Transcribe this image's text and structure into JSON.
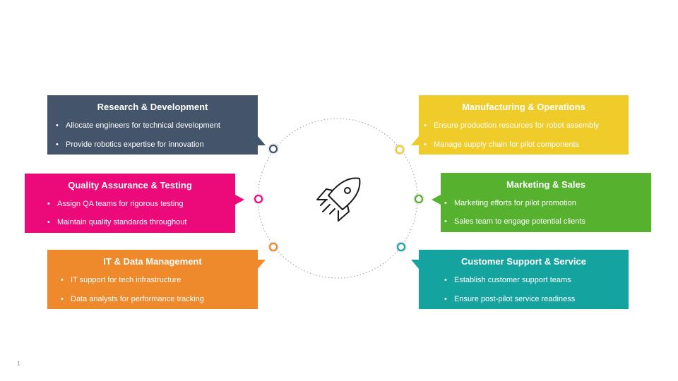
{
  "slide": {
    "page_number": "1",
    "center_icon": "rocket-icon"
  },
  "cards": {
    "rd": {
      "title": "Research & Development",
      "color": "#44546a",
      "bullets": [
        "Allocate engineers for technical development",
        "Provide robotics expertise for innovation"
      ]
    },
    "mfg": {
      "title": "Manufacturing & Operations",
      "color": "#f0cc2a",
      "bullets": [
        "Ensure production resources for robot assembly",
        "Manage supply chain for pilot components"
      ]
    },
    "qa": {
      "title": "Quality Assurance & Testing",
      "color": "#ec0a7b",
      "bullets": [
        "Assign QA teams for rigorous testing",
        "Maintain quality standards throughout"
      ]
    },
    "mkt": {
      "title": "Marketing & Sales",
      "color": "#56b22e",
      "bullets": [
        "Marketing efforts for pilot promotion",
        "Sales team to engage potential clients"
      ]
    },
    "it": {
      "title": "IT & Data Management",
      "color": "#ee8a2c",
      "bullets": [
        "IT support for tech infrastructure",
        "Data analysts for performance tracking"
      ]
    },
    "cs": {
      "title": "Customer Support & Service",
      "color": "#15a3a0",
      "bullets": [
        "Establish customer support teams",
        "Ensure post-pilot service readiness"
      ]
    }
  }
}
